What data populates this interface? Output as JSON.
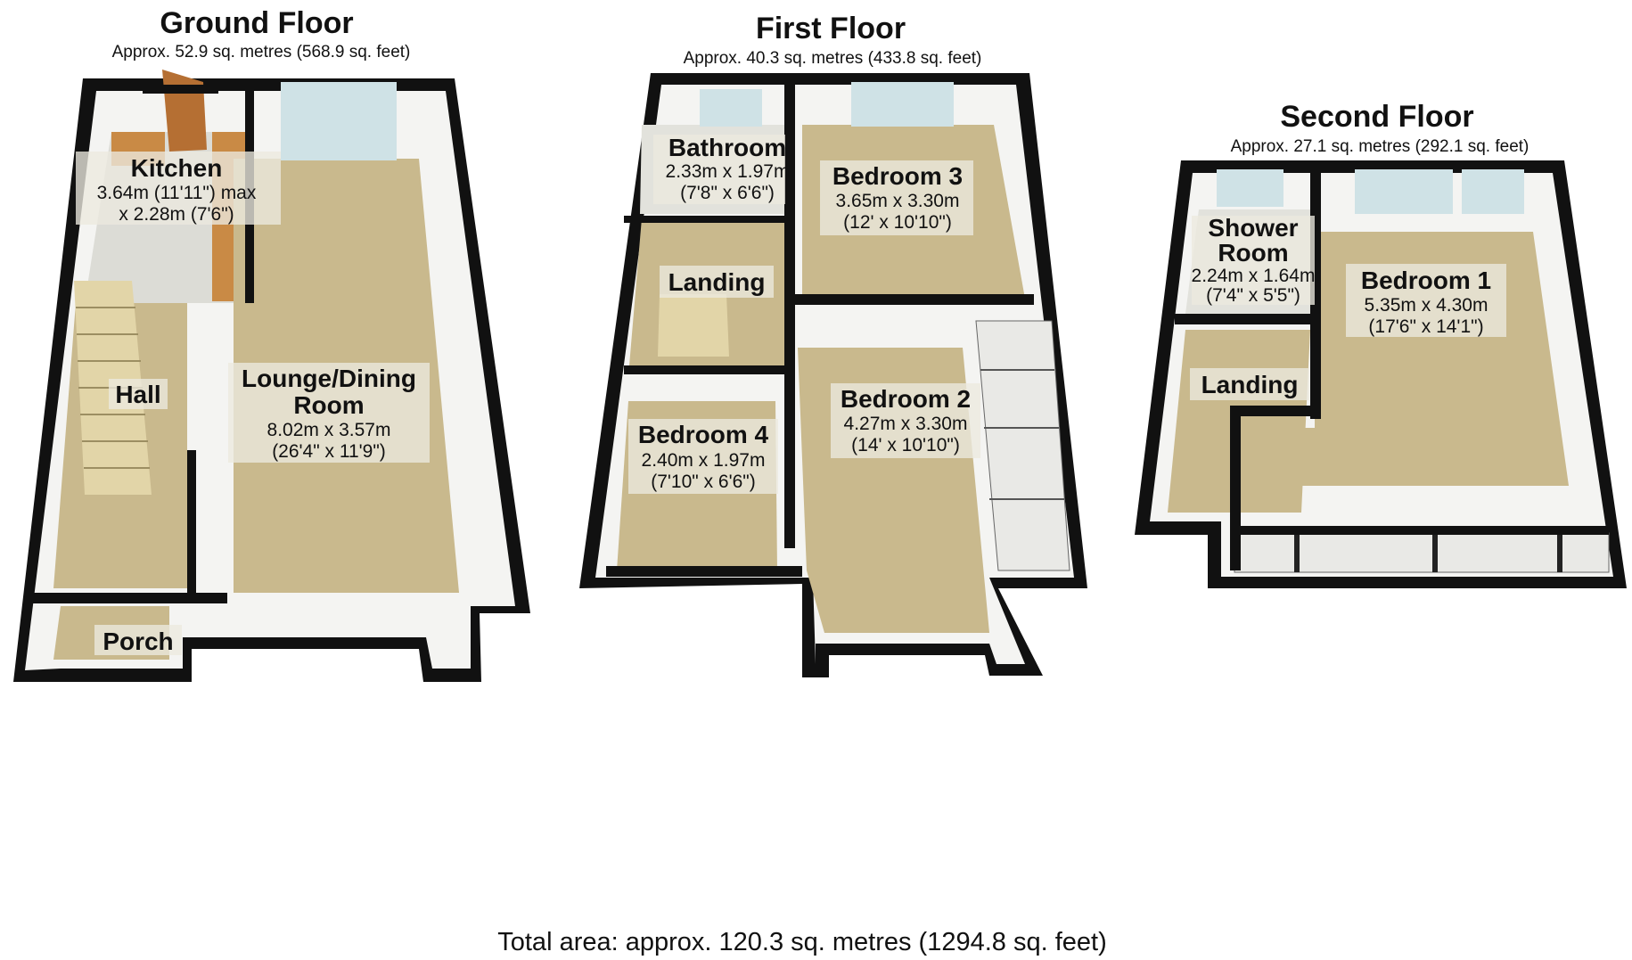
{
  "floors": {
    "ground": {
      "title": "Ground Floor",
      "area": "Approx. 52.9 sq. metres (568.9 sq. feet)",
      "rooms": {
        "kitchen": {
          "name": "Kitchen",
          "dim1": "3.64m (11'11\") max",
          "dim2": "x 2.28m (7'6\")"
        },
        "hall": {
          "name": "Hall"
        },
        "lounge": {
          "name1": "Lounge/Dining",
          "name2": "Room",
          "dim1": "8.02m x 3.57m",
          "dim2": "(26'4\" x 11'9\")"
        },
        "porch": {
          "name": "Porch"
        }
      }
    },
    "first": {
      "title": "First Floor",
      "area": "Approx. 40.3 sq. metres (433.8 sq. feet)",
      "rooms": {
        "bathroom": {
          "name": "Bathroom",
          "dim1": "2.33m x 1.97m",
          "dim2": "(7'8\" x 6'6\")"
        },
        "bedroom3": {
          "name": "Bedroom 3",
          "dim1": "3.65m x 3.30m",
          "dim2": "(12' x 10'10\")"
        },
        "landing": {
          "name": "Landing"
        },
        "bedroom4": {
          "name": "Bedroom 4",
          "dim1": "2.40m x 1.97m",
          "dim2": "(7'10\" x 6'6\")"
        },
        "bedroom2": {
          "name": "Bedroom 2",
          "dim1": "4.27m x 3.30m",
          "dim2": "(14' x 10'10\")"
        }
      }
    },
    "second": {
      "title": "Second Floor",
      "area": "Approx. 27.1 sq. metres (292.1 sq. feet)",
      "rooms": {
        "shower": {
          "name1": "Shower",
          "name2": "Room",
          "dim1": "2.24m x 1.64m",
          "dim2": "(7'4\" x 5'5\")"
        },
        "bedroom1": {
          "name": "Bedroom 1",
          "dim1": "5.35m x 4.30m",
          "dim2": "(17'6\" x 14'1\")"
        },
        "landing": {
          "name": "Landing"
        }
      }
    }
  },
  "total": "Total area: approx. 120.3 sq. metres (1294.8 sq. feet)",
  "colors": {
    "wall": "#111111",
    "carpet": "#c9b98d",
    "window": "#cfe2e6",
    "label_bg": "#ece9df"
  }
}
